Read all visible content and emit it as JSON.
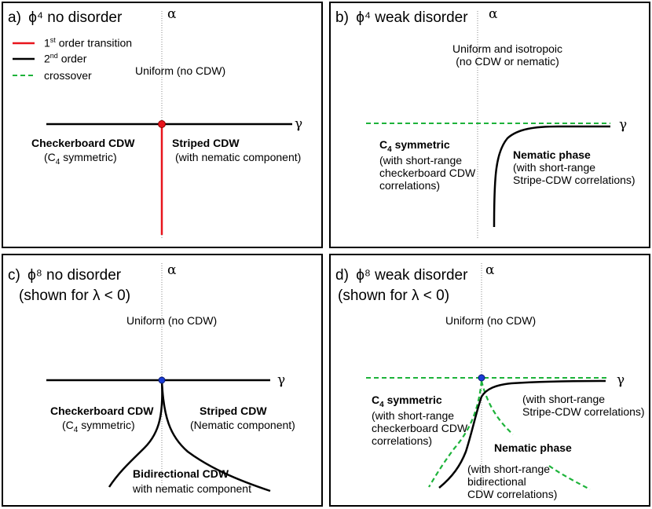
{
  "colors": {
    "first_order": "#e8141c",
    "second_order": "#000000",
    "crossover": "#1db33a",
    "dot_red": "#e8141c",
    "dot_blue": "#1a3cd6",
    "axis_dotted": "#888888"
  },
  "panels": {
    "a": {
      "label": "a)",
      "title": "ϕ⁴ no disorder",
      "alpha": "α",
      "gamma": "γ",
      "legend": {
        "first_order_pre": "1",
        "first_order_sup": "st",
        "first_order_post": " order transition",
        "second_order_pre": "2",
        "second_order_sup": "nd",
        "second_order_post": " order",
        "crossover": "crossover"
      },
      "uniform": "Uniform (no CDW)",
      "checker_title": "Checkerboard CDW",
      "checker_sub_pre": "(C",
      "checker_sub_sub": "4",
      "checker_sub_post": " symmetric)",
      "striped_title": "Striped CDW",
      "striped_sub": "(with nematic component)"
    },
    "b": {
      "label": "b)",
      "title": "ϕ⁴ weak disorder",
      "alpha": "α",
      "gamma": "γ",
      "uniform_1": "Uniform and isotropoic",
      "uniform_2": "(no CDW or nematic)",
      "c4_title_pre": "C",
      "c4_title_sub": "4",
      "c4_title_post": " symmetric",
      "c4_line1": "(with short-range",
      "c4_line2": "checkerboard CDW",
      "c4_line3": "correlations)",
      "nematic_title": "Nematic phase",
      "nematic_line1": "(with short-range",
      "nematic_line2": "Stripe-CDW correlations)"
    },
    "c": {
      "label": "c)",
      "title": "ϕ⁸ no disorder",
      "subtitle": "(shown for λ < 0)",
      "alpha": "α",
      "gamma": "γ",
      "uniform": "Uniform (no CDW)",
      "checker_title": "Checkerboard CDW",
      "checker_sub_pre": "(C",
      "checker_sub_sub": "4",
      "checker_sub_post": " symmetric)",
      "striped_title": "Striped CDW",
      "striped_sub": "(Nematic component)",
      "bidir_title": "Bidirectional CDW",
      "bidir_sub": "with nematic component"
    },
    "d": {
      "label": "d)",
      "title": "ϕ⁸ weak disorder",
      "subtitle": "(shown for λ < 0)",
      "alpha": "α",
      "gamma": "γ",
      "uniform": "Uniform (no CDW)",
      "c4_title_pre": "C",
      "c4_title_sub": "4",
      "c4_title_post": " symmetric",
      "c4_line1": "(with short-range",
      "c4_line2": "checkerboard CDW",
      "c4_line3": "correlations)",
      "stripe_line1": "(with short-range",
      "stripe_line2": "Stripe-CDW correlations)",
      "nematic_title": "Nematic phase",
      "bidir_line1": "(with short-range",
      "bidir_line2": "bidirectional",
      "bidir_line3": "CDW correlations)"
    }
  }
}
